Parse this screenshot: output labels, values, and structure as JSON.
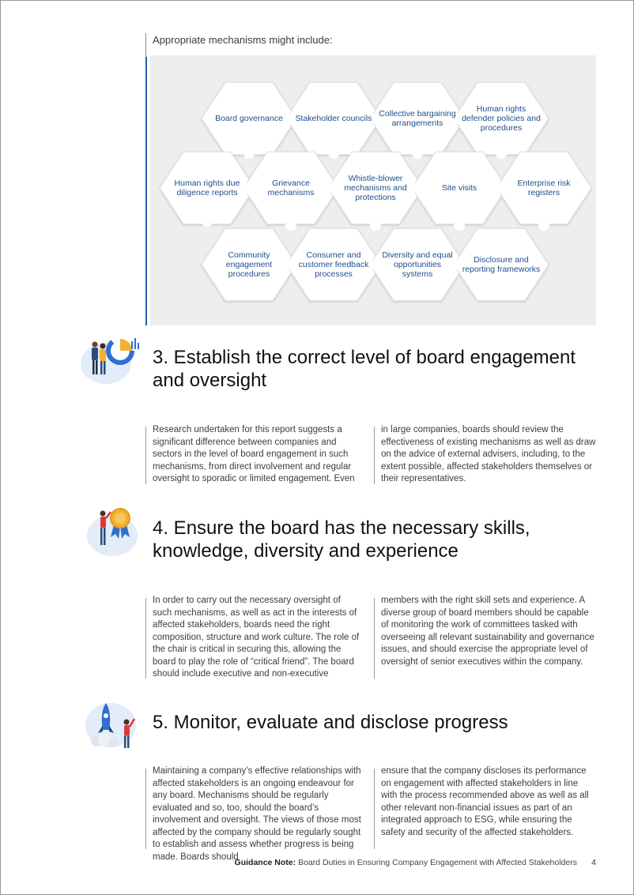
{
  "intro": "Appropriate mechanisms might include:",
  "mechanisms": [
    "Board governance",
    "Stakeholder councils",
    "Collective bargaining arrangements",
    "Human rights defender policies and procedures",
    "Human rights due diligence reports",
    "Grievance mechanisms",
    "Whistle-blower mechanisms and protections",
    "Site visits",
    "Enterprise risk registers",
    "Community engagement procedures",
    "Consumer and customer feedback processes",
    "Diversity and equal opportunities systems",
    "Disclosure and reporting frameworks"
  ],
  "sections": [
    {
      "title": "3. Establish the correct level of board engagement and oversight",
      "col1": "Research undertaken for this report suggests a significant difference between companies and sectors in the level of board engagement in such mechanisms, from direct involvement and regular oversight to sporadic or limited engagement. Even",
      "col2": "in large companies, boards should review the effectiveness of existing mechanisms as well as draw on the advice of external advisers, including, to the extent possible, affected stakeholders themselves or their representatives."
    },
    {
      "title": "4. Ensure the board has the necessary skills, knowledge, diversity and experience",
      "col1": "In order to carry out the necessary oversight of such mechanisms, as well as act in the interests of affected stakeholders, boards need the right composition, structure and work culture. The role of the chair is critical in securing this, allowing the board to play the role of “critical friend”. The board should include executive and non-executive",
      "col2": "members with the right skill sets and experience. A diverse group of board members should be capable of monitoring the work of committees tasked with overseeing all relevant sustainability and governance issues, and should exercise the appropriate level of oversight of senior executives within the company."
    },
    {
      "title": "5. Monitor, evaluate and disclose progress",
      "col1": "Maintaining a company’s effective relationships with affected stakeholders is an ongoing endeavour for any board. Mechanisms should be regularly evaluated and so, too, should the board’s involvement and oversight. The views of those most affected by the company should be regularly sought to establish and assess whether progress is being made. Boards should",
      "col2": "ensure that the company discloses its performance on engagement with affected stakeholders in line with the process recommended above as well as all other relevant non-financial issues as part of an integrated approach to ESG, while ensuring the safety and security of the affected stakeholders."
    }
  ],
  "footer": {
    "label": "Guidance Note:",
    "title": "Board Duties in Ensuring Company Engagement with Affected Stakeholders",
    "page": "4"
  },
  "colors": {
    "accent": "#2a5ea8",
    "hex_text": "#1f4e8c",
    "panel": "#eeeeee"
  },
  "icons": [
    "analytics-illustration-icon",
    "award-medal-illustration-icon",
    "rocket-launch-illustration-icon"
  ]
}
